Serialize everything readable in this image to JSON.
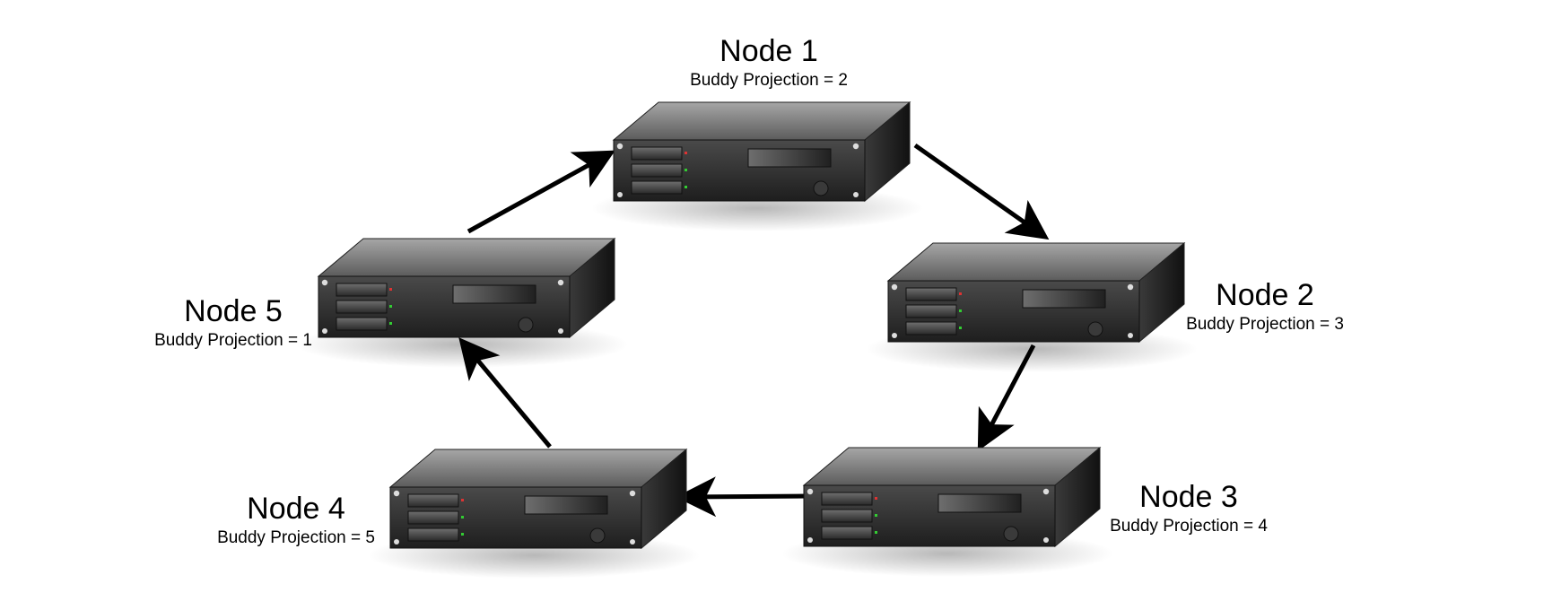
{
  "diagram": {
    "nodes": [
      {
        "id": "1",
        "title": "Node 1",
        "subtitle": "Buddy Projection = 2"
      },
      {
        "id": "2",
        "title": "Node 2",
        "subtitle": "Buddy Projection = 3"
      },
      {
        "id": "3",
        "title": "Node 3",
        "subtitle": "Buddy Projection = 4"
      },
      {
        "id": "4",
        "title": "Node 4",
        "subtitle": "Buddy Projection = 5"
      },
      {
        "id": "5",
        "title": "Node 5",
        "subtitle": "Buddy Projection = 1"
      }
    ],
    "edges": [
      {
        "from": "1",
        "to": "2"
      },
      {
        "from": "2",
        "to": "3"
      },
      {
        "from": "3",
        "to": "4"
      },
      {
        "from": "4",
        "to": "5"
      },
      {
        "from": "5",
        "to": "1"
      }
    ],
    "icon": "rack-server-icon",
    "colors": {
      "server_body": "#2e2e2e",
      "server_top": "#8a8a8a",
      "arrow": "#000000"
    }
  }
}
